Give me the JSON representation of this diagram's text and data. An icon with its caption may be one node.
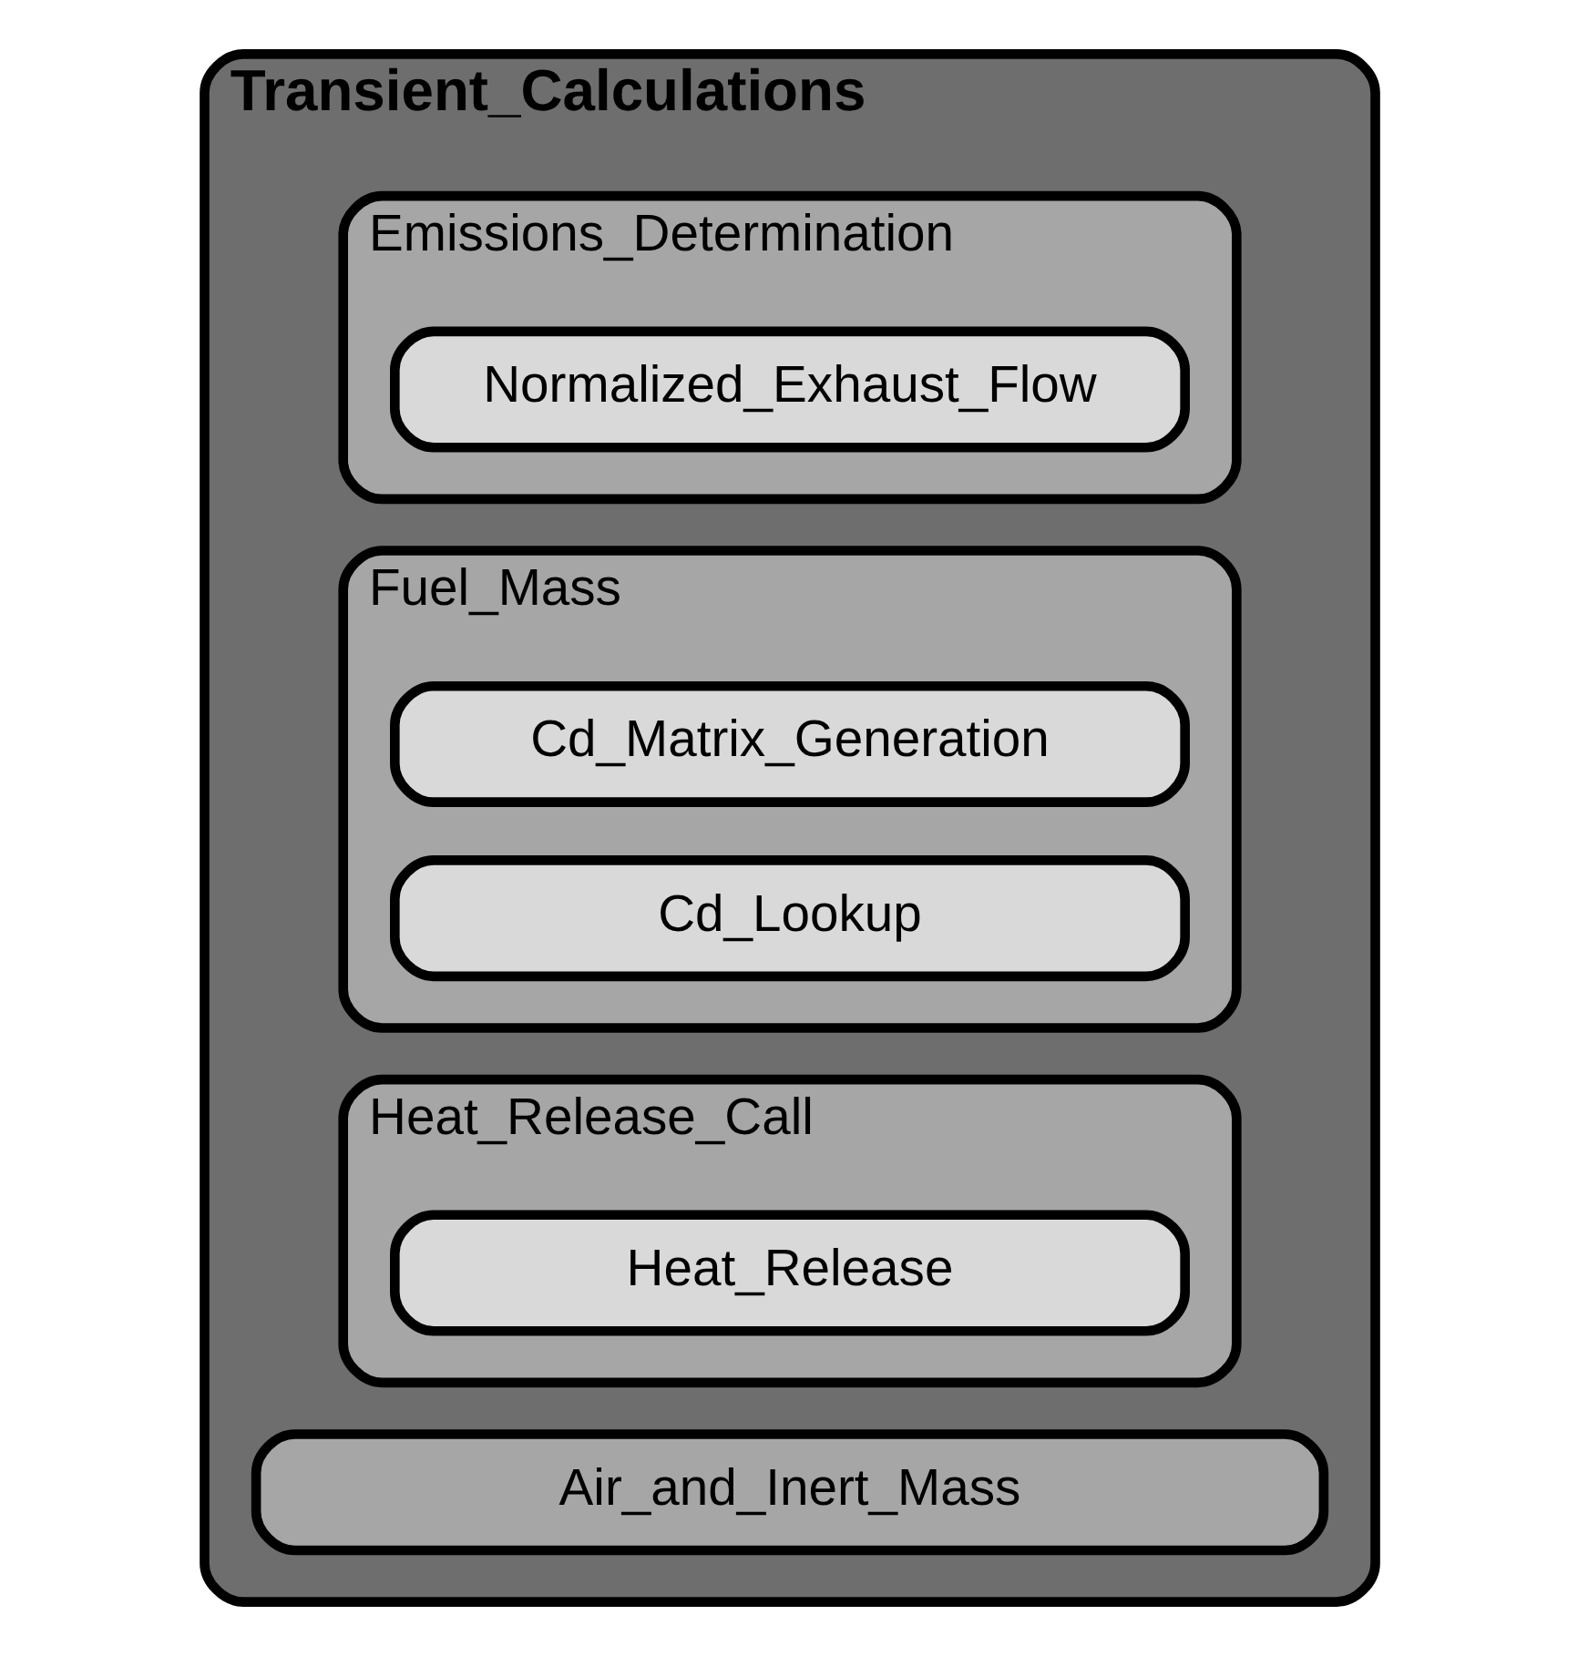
{
  "diagram": {
    "nodes": [
      {
        "text": [
          "Transient_Calculations"
        ]
      },
      {
        "text": [
          "Emissions_Determination"
        ],
        "in": 0
      },
      {
        "text": [
          "Normalized_Exhaust_Flow"
        ],
        "in": 1
      },
      {
        "text": [
          "Fuel_Mass"
        ],
        "in": 0
      },
      {
        "text": [
          "Cd_Matrix_Generation"
        ],
        "in": 3
      },
      {
        "text": [
          "Cd_Lookup"
        ],
        "in": 3
      },
      {
        "text": [
          "Air_and_Inert_Mass"
        ],
        "in": 0
      },
      {
        "text": [
          "Heat_Release_Call"
        ],
        "in": 0
      },
      {
        "text": [
          "Heat_Release"
        ],
        "in": 7
      }
    ]
  }
}
